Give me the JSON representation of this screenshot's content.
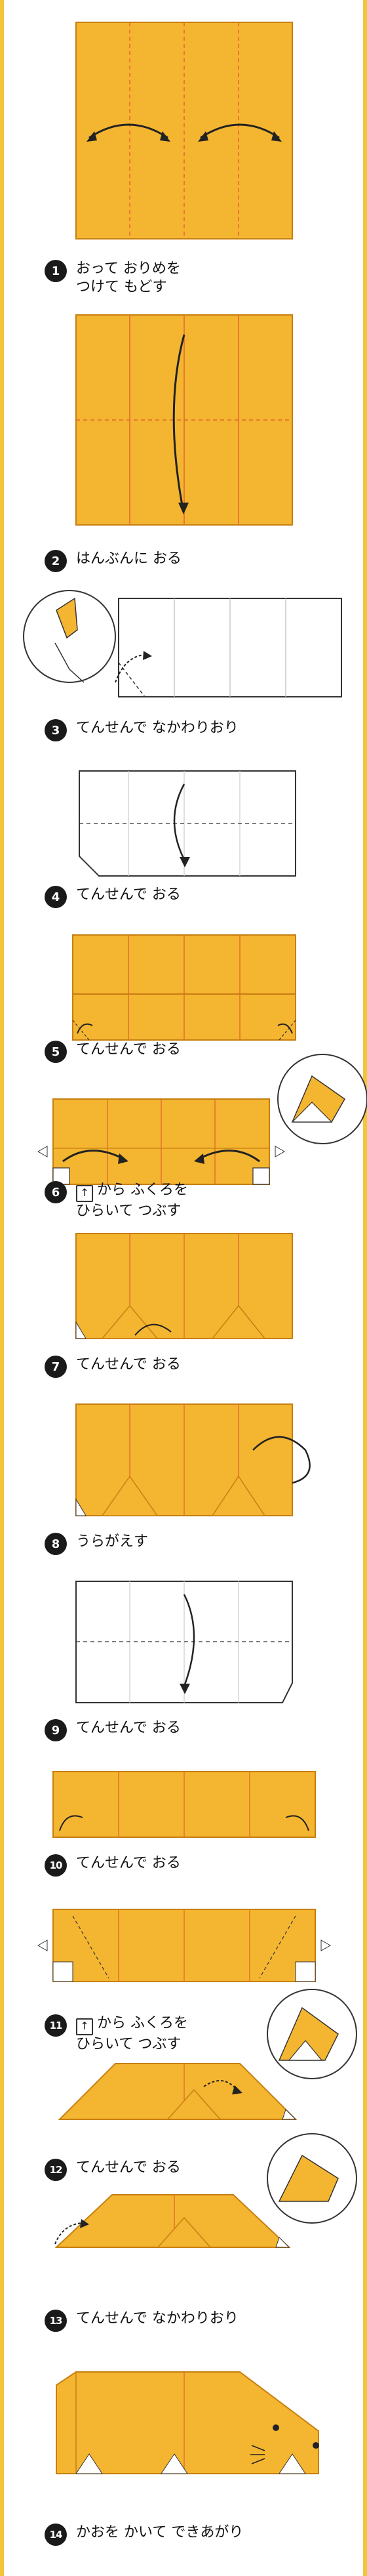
{
  "colors": {
    "paper": "#f4b531",
    "paper_dark": "#e39b1c",
    "fold_line": "#e06a2a",
    "outline": "#2b2b2b",
    "back": "#ffffff",
    "frame": "#f3c53a"
  },
  "steps": [
    {
      "number": "1",
      "caption": "おって おりめを\nつけて もどす"
    },
    {
      "number": "2",
      "caption": "はんぶんに おる"
    },
    {
      "number": "3",
      "caption": "てんせんで なかわりおり"
    },
    {
      "number": "4",
      "caption": "てんせんで おる"
    },
    {
      "number": "5",
      "caption": "てんせんで おる"
    },
    {
      "number": "6",
      "caption": "から ふくろを\nひらいて つぶす",
      "icon": "up-arrow-icon"
    },
    {
      "number": "7",
      "caption": "てんせんで おる"
    },
    {
      "number": "8",
      "caption": "うらがえす"
    },
    {
      "number": "9",
      "caption": "てんせんで おる"
    },
    {
      "number": "10",
      "caption": "てんせんで おる"
    },
    {
      "number": "11",
      "caption": "から ふくろを\nひらいて つぶす",
      "icon": "up-arrow-icon"
    },
    {
      "number": "12",
      "caption": "てんせんで おる"
    },
    {
      "number": "13",
      "caption": "てんせんで なかわりおり"
    },
    {
      "number": "14",
      "caption": "かおを かいて できあがり"
    }
  ]
}
